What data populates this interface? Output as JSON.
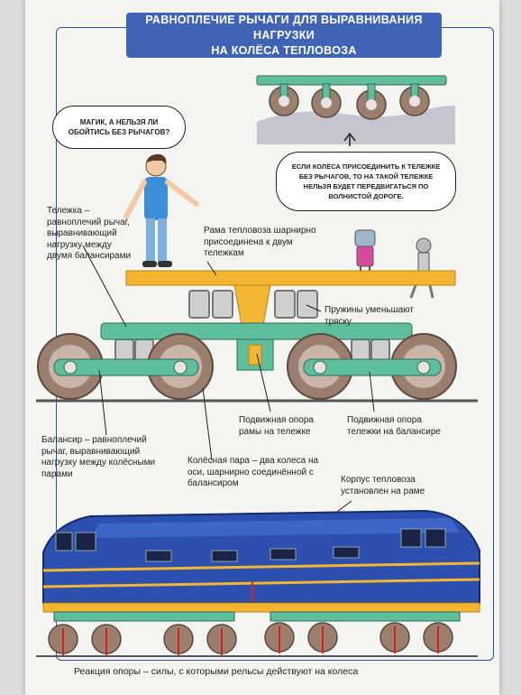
{
  "title": {
    "line1": "РАВНОПЛЕЧИЕ РЫЧАГИ ДЛЯ ВЫРАВНИВАНИЯ НАГРУЗКИ",
    "line2": "НА КОЛЁСА ТЕПЛОВОЗА"
  },
  "bubbles": {
    "boy": "МАГИК, А НЕЛЬЗЯ ЛИ ОБОЙТИСЬ БЕЗ РЫЧАГОВ?",
    "robot": "ЕСЛИ КОЛЁСА ПРИСОЕДИНИТЬ К ТЕЛЕЖКЕ БЕЗ РЫЧАГОВ, ТО НА ТАКОЙ ТЕЛЕЖКЕ НЕЛЬЗЯ БУДЕТ ПЕРЕДВИГАТЬСЯ ПО ВОЛНИСТОЙ ДОРОГЕ."
  },
  "labels": {
    "bogie": "Тележка – равноплечий рычаг, выравнивающий нагрузку между двумя балансирами",
    "frame": "Рама тепловоза шарнирно присоединена к двум тележкам",
    "springs": "Пружины уменьшают тряску",
    "balancer": "Балансир – равноплечий рычаг, выравнивающий нагрузку между колёсными парами",
    "wheelset": "Колёсная пара – два колеса на оси, шарнирно соединённой с балансиром",
    "frame_support": "Подвижная опора рамы на тележке",
    "bogie_support": "Подвижная опора тележки на балансире",
    "body": "Корпус тепловоза установлен на раме",
    "caption": "Реакция опоры – силы, с которыми рельсы действуют на колеса"
  },
  "colors": {
    "title_bg": "#3f64b5",
    "frame_yellow": "#f2b632",
    "bogie_green": "#5fbf9c",
    "wheel": "#9a7f6e",
    "loco_blue": "#2c4fb0",
    "reaction_arrow": "#d91f26"
  }
}
